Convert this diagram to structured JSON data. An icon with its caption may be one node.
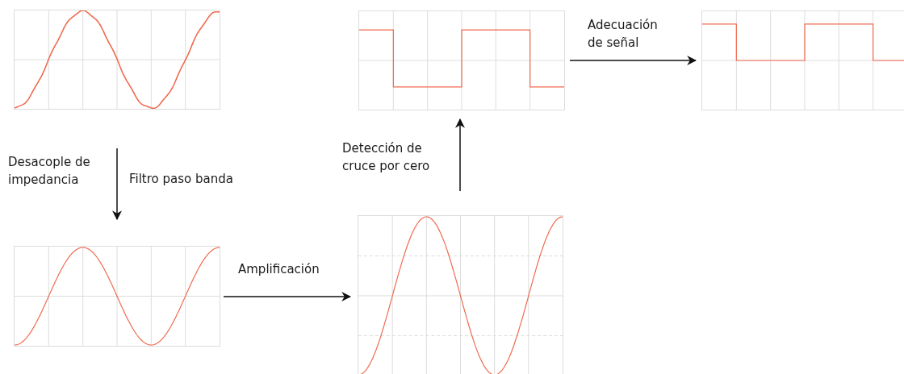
{
  "diagram": {
    "nodes": [
      {
        "text": [],
        "shape": "picture"
      },
      {
        "text": [],
        "shape": "picture"
      },
      {
        "text": [],
        "shape": "picture"
      },
      {
        "text": [],
        "shape": "picture"
      },
      {
        "text": [],
        "shape": "picture"
      }
    ],
    "edges": [
      {
        "from": 0,
        "to": 3,
        "arrow": "to"
      },
      {
        "from": 3,
        "to": 4,
        "arrow": "to",
        "label": "Amplificación"
      },
      {
        "from": 4,
        "to": 1,
        "arrow": "to",
        "label": "Detección de cruce por cero"
      },
      {
        "from": 1,
        "to": 2,
        "arrow": "to",
        "label": "Adecuación de señal"
      }
    ],
    "labels": [
      "Desacople de impedancia",
      "Filtro paso banda"
    ]
  }
}
